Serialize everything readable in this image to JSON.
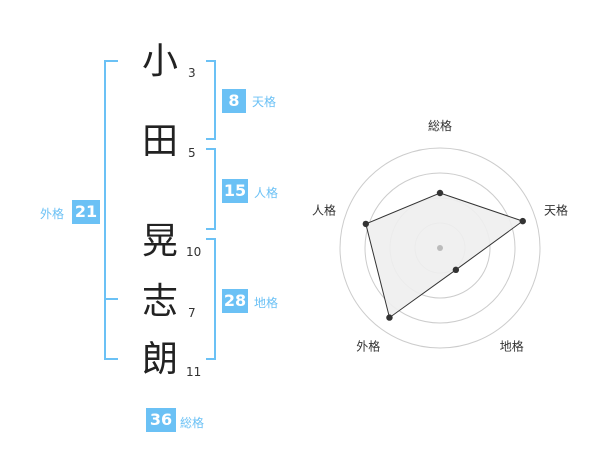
{
  "name": {
    "characters": [
      {
        "char": "小",
        "strokes": "3"
      },
      {
        "char": "田",
        "strokes": "5"
      },
      {
        "char": "晃",
        "strokes": "10"
      },
      {
        "char": "志",
        "strokes": "7"
      },
      {
        "char": "朗",
        "strokes": "11"
      }
    ]
  },
  "kakusu": {
    "tenkaku": {
      "value": "8",
      "label": "天格"
    },
    "jinkaku": {
      "value": "15",
      "label": "人格"
    },
    "chikaku": {
      "value": "28",
      "label": "地格"
    },
    "gaikaku": {
      "value": "21",
      "label": "外格"
    },
    "soukaku": {
      "value": "36",
      "label": "総格"
    }
  },
  "colors": {
    "accent": "#6bc1f5",
    "text": "#222222",
    "grid": "#cccccc",
    "polygon_fill": "#eeeeee",
    "polygon_stroke": "#333333"
  },
  "chart_data": {
    "type": "radar",
    "axes": [
      "総格",
      "天格",
      "地格",
      "外格",
      "人格"
    ],
    "values": [
      0.55,
      0.87,
      0.27,
      0.86,
      0.78
    ],
    "range": [
      0,
      1
    ],
    "rings": 4,
    "grid": true
  }
}
